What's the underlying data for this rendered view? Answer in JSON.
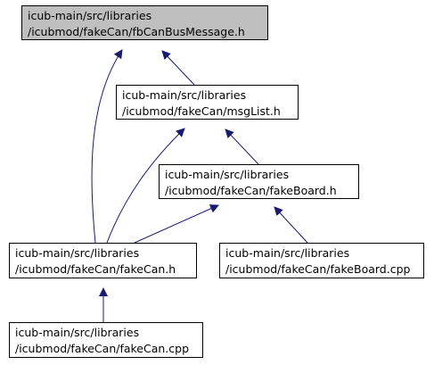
{
  "colors": {
    "edge": "#191970",
    "node_border": "#000000",
    "current_fill": "#bfbfbf",
    "node_fill": "#ffffff"
  },
  "nodes": {
    "fbcanbus": {
      "line1": "icub-main/src/libraries",
      "line2": "/icubmod/fakeCan/fbCanBusMessage.h"
    },
    "msglist": {
      "line1": "icub-main/src/libraries",
      "line2": "/icubmod/fakeCan/msgList.h"
    },
    "fakeboard": {
      "line1": "icub-main/src/libraries",
      "line2": "/icubmod/fakeCan/fakeBoard.h"
    },
    "fakecan": {
      "line1": "icub-main/src/libraries",
      "line2": "/icubmod/fakeCan/fakeCan.h"
    },
    "fakeboardcpp": {
      "line1": "icub-main/src/libraries",
      "line2": "/icubmod/fakeCan/fakeBoard.cpp"
    },
    "fakecancpp": {
      "line1": "icub-main/src/libraries",
      "line2": "/icubmod/fakeCan/fakeCan.cpp"
    }
  }
}
